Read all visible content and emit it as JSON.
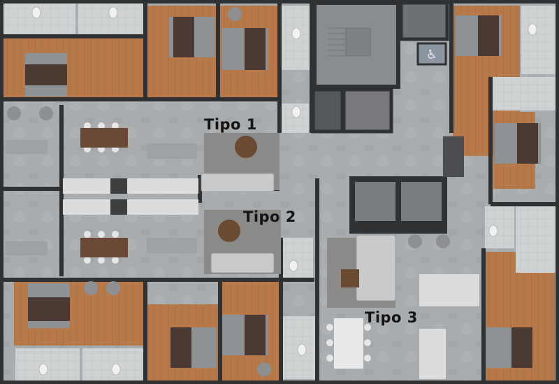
{
  "plan": {
    "labels": {
      "tipo1": "Tipo 1",
      "tipo2": "Tipo 2",
      "tipo3": "Tipo 3"
    },
    "colors": {
      "floor_concrete": "#a9acae",
      "floor_wood": "#b7784a",
      "floor_bath": "#c9cccd",
      "wall": "#2f3133",
      "bed_linen": "#8f9295",
      "bed_blanket": "#4a3a33",
      "label_text": "#141414"
    },
    "icons": [
      "bed-icon",
      "sofa-icon",
      "dining-table-icon",
      "toilet-icon",
      "kitchen-counter-icon",
      "stairs-icon",
      "elevator-icon",
      "accessible-icon",
      "rug-icon",
      "armchair-icon"
    ]
  }
}
